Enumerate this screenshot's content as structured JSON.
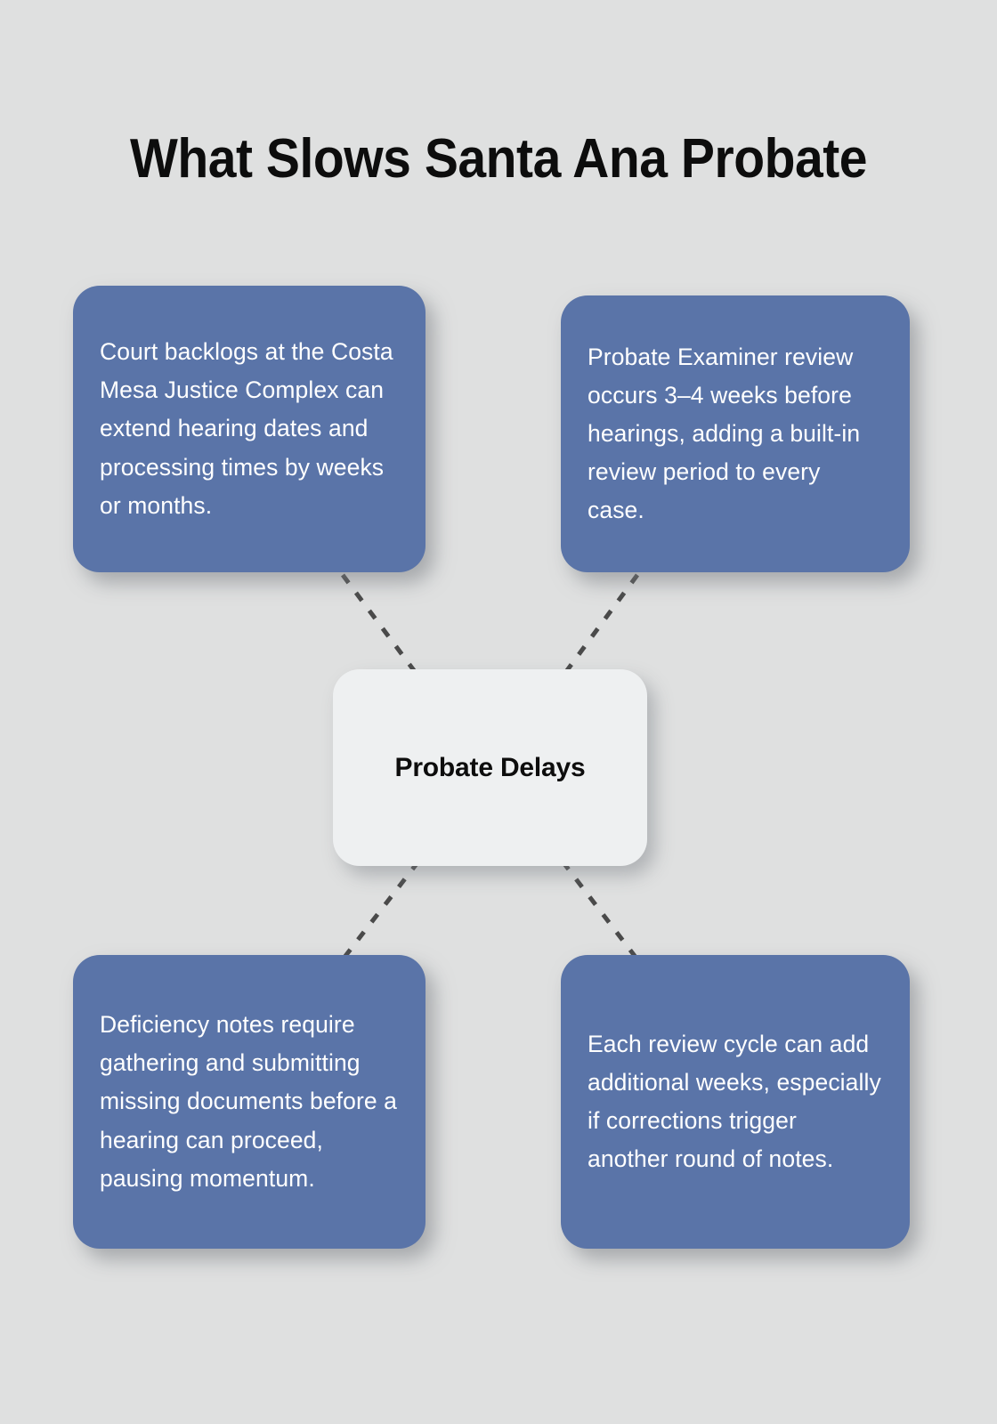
{
  "page": {
    "title": "What Slows Santa Ana Probate",
    "background_color": "#dfe0e0",
    "branch_color": "#5a74a8",
    "center_color": "#eef0f1",
    "connector_color": "#4a4a4a",
    "branch_text_color": "#ffffff",
    "title_color": "#0d0d0d"
  },
  "diagram": {
    "type": "hub-and-spoke",
    "center": {
      "label": "Probate Delays"
    },
    "nodes": [
      {
        "id": "top-left",
        "position": "top-left",
        "text": "Court backlogs at the Costa Mesa Justice Complex can extend hearing dates and processing times by weeks or months."
      },
      {
        "id": "top-right",
        "position": "top-right",
        "text": "Probate Examiner review occurs 3–4 weeks before hearings, adding a built-in review period to every case."
      },
      {
        "id": "bottom-left",
        "position": "bottom-left",
        "text": "Deficiency notes require gathering and submitting missing documents before a hearing can proceed, pausing momentum."
      },
      {
        "id": "bottom-right",
        "position": "bottom-right",
        "text": "Each review cycle can add additional weeks, especially if corrections trigger another round of notes."
      }
    ],
    "connectors": [
      {
        "id": "connector-top-left",
        "from": "top-left",
        "to": "center",
        "style": "dashed"
      },
      {
        "id": "connector-top-right",
        "from": "top-right",
        "to": "center",
        "style": "dashed"
      },
      {
        "id": "connector-bottom-left",
        "from": "bottom-left",
        "to": "center",
        "style": "dashed"
      },
      {
        "id": "connector-bottom-right",
        "from": "bottom-right",
        "to": "center",
        "style": "dashed"
      }
    ]
  }
}
